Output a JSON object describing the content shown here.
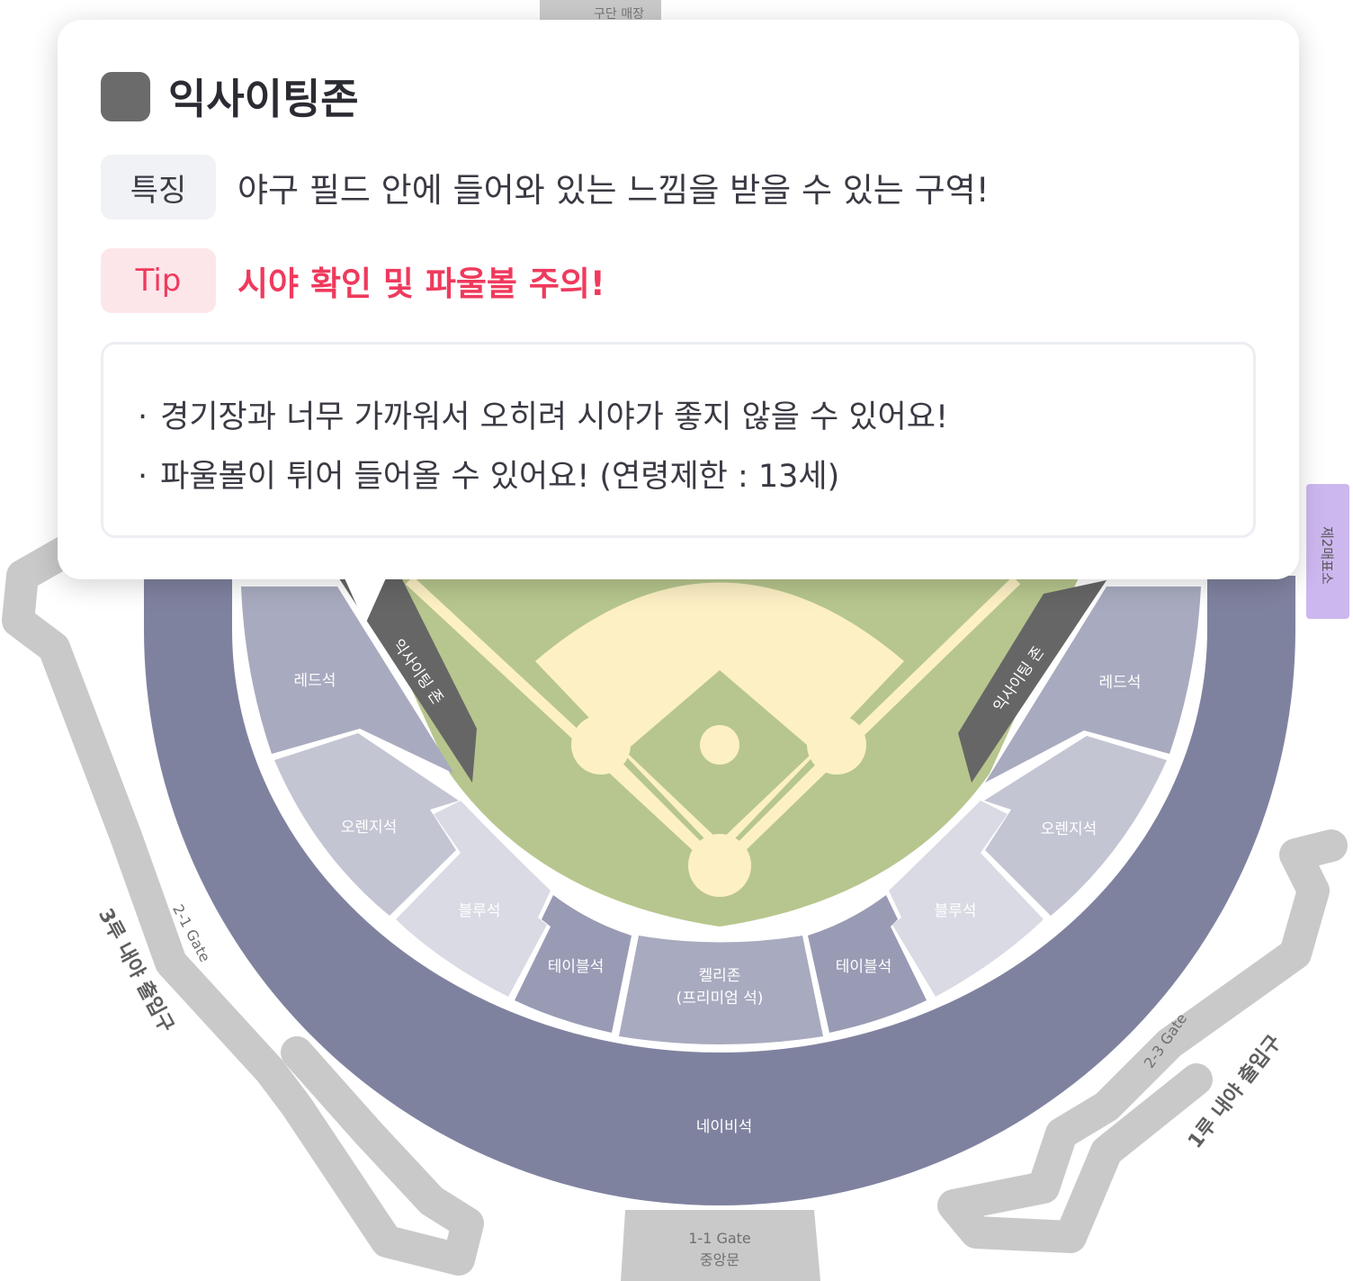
{
  "popup": {
    "zone_title": "익사이팅존",
    "zone_color": "#6b6b6b",
    "feature_label": "특징",
    "feature_text": "야구 필드 안에 들어와 있는 느낌을 받을 수 있는 구역!",
    "tip_label": "Tip",
    "tip_text": "시야 확인 및 파울볼 주의!",
    "tip_color": "#ef3a5d",
    "notes": [
      "경기장과 너무 가까워서 오히려 시야가 좋지 않을 수 있어요!",
      "파울볼이 튀어 들어올 수 있어요! (연령제한 : 13세)"
    ]
  },
  "map": {
    "exciting_zone_left": "익사이팅 존",
    "exciting_zone_right": "익사이팅 존",
    "red_left": "레드석",
    "red_right": "레드석",
    "orange_left": "오렌지석",
    "orange_right": "오렌지석",
    "blue_left": "블루석",
    "blue_right": "블루석",
    "table_left": "테이블석",
    "table_right": "테이블석",
    "kelly_zone": "켈리존",
    "kelly_zone_sub": "(프리미엄 석)",
    "navy": "네이비석",
    "ticket_office_2": "제2매표소",
    "shop_partial": "구단 매장",
    "gate_2_1": "2-1 Gate",
    "gate_2_3": "2-3 Gate",
    "gate_1_1": "1-1 Gate",
    "gate_1_1_sub": "중앙문",
    "exit_3rd": "3루 내야 출입구",
    "exit_1st": "1루 내야 출입구"
  },
  "colors": {
    "navy": "#7f829f",
    "red": "#a8aabf",
    "orange": "#c4c5d3",
    "blue": "#d9dae4",
    "table": "#999bb5",
    "kelly": "#a8aabf",
    "exciting": "#666666",
    "grass": "#b7c68e",
    "dirt": "#fdf0c5",
    "path": "#c9c9c9",
    "ticket_office": "#cdb7ef"
  }
}
